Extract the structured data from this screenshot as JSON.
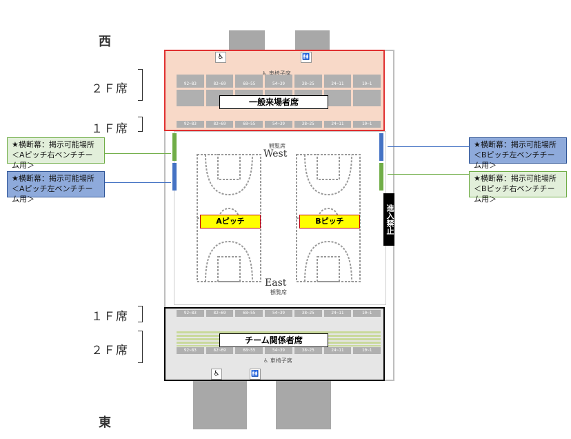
{
  "directions": {
    "west": "西",
    "east": "東"
  },
  "floors": {
    "top_2f": "２Ｆ席",
    "top_1f": "１Ｆ席",
    "bottom_1f": "１Ｆ席",
    "bottom_2f": "２Ｆ席"
  },
  "zones": {
    "general": "一般来場者席",
    "team": "チーム関係者席"
  },
  "pitches": {
    "a": "Aピッチ",
    "b": "Bピッチ"
  },
  "court_text": {
    "top_small": "観覧席",
    "top_big": "West",
    "bottom_big": "East",
    "bottom_small": "観覧席"
  },
  "wheelchair": {
    "top": "♿ 車椅子席",
    "bottom": "♿ 車椅子席"
  },
  "no_entry": "進入禁止",
  "seat_blocks": [
    "92~83",
    "82~69",
    "68~55",
    "54~39",
    "38~25",
    "24~11",
    "10~1"
  ],
  "notes": {
    "left_green_1": "★横断幕：掲示可能場所",
    "left_green_2": "＜Aピッチ右ベンチチーム用＞",
    "left_blue_1": "★横断幕：掲示可能場所",
    "left_blue_2": "＜Aピッチ左ベンチチーム用＞",
    "right_blue_1": "★横断幕：掲示可能場所",
    "right_blue_2": "＜Bピッチ左ベンチチーム用＞",
    "right_green_1": "★横断幕：掲示可能場所",
    "right_green_2": "＜Bピッチ右ベンチチーム用＞"
  },
  "colors": {
    "green": "#70ad47",
    "blue": "#4472c4",
    "red": "#e03030",
    "highlight": "#ffff00"
  }
}
